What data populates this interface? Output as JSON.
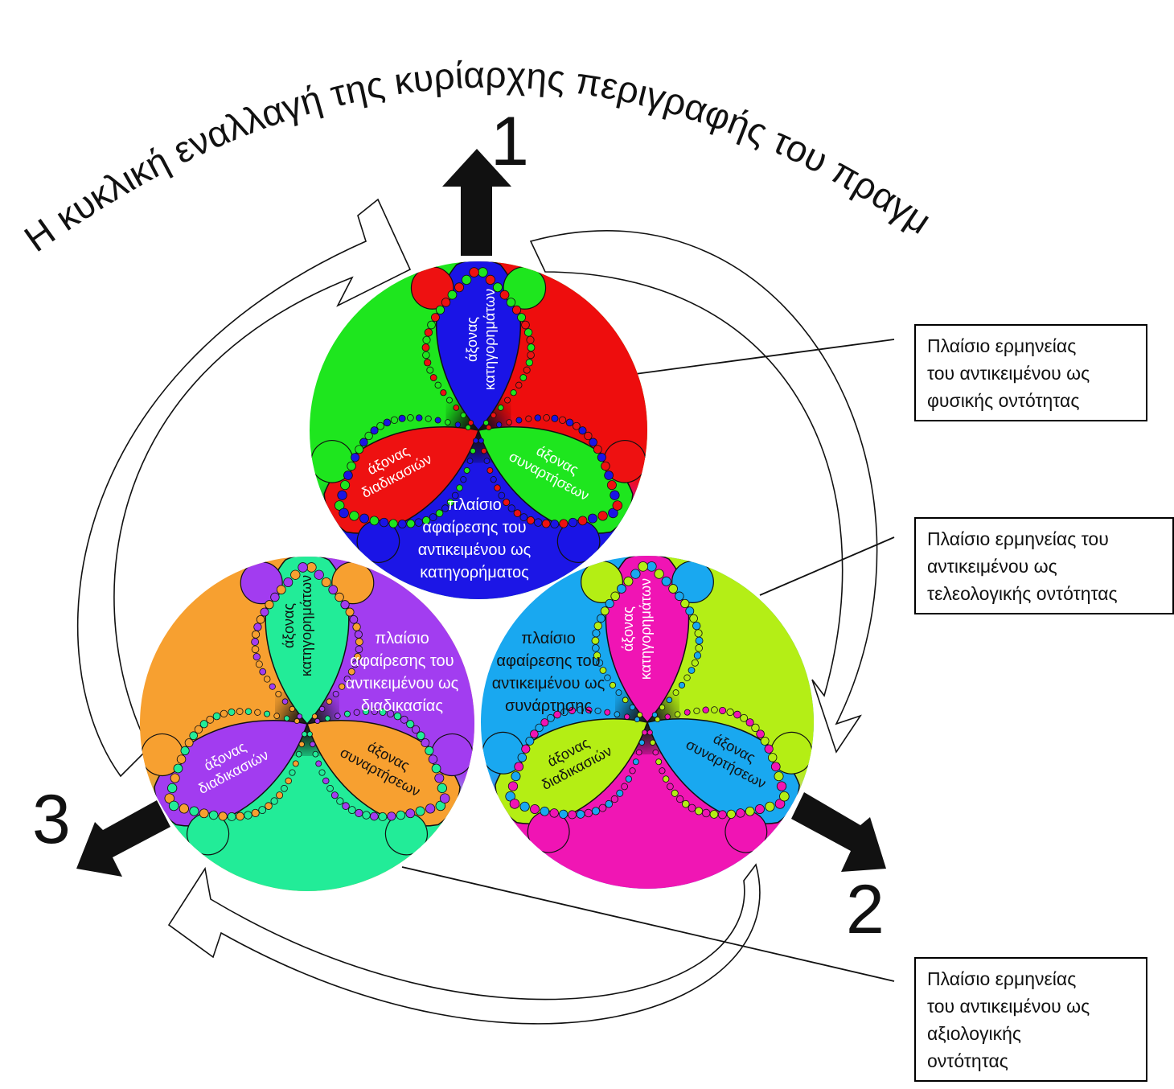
{
  "title": "Η κυκλική εναλλαγή της κυρίαρχης περιγραφής του πραγματικού",
  "numbers": {
    "one": "1",
    "two": "2",
    "three": "3"
  },
  "boxes": {
    "physical": "Πλαίσιο ερμηνείας\nτου αντικειμένου ως\nφυσικής οντότητας",
    "teleological": "Πλαίσιο ερμηνείας του\nαντικειμένου ως\nτελεολογικής οντότητας",
    "evaluative": "Πλαίσιο ερμηνείας\nτου αντικειμένου ως\nαξιολογικής\nοντότητας"
  },
  "circles": {
    "top": {
      "predicates_axis": "άξονας\nκατηγορημάτων",
      "processes_axis": "άξονας\nδιαδικασιών",
      "functions_axis": "άξονας\nσυναρτήσεων",
      "frame": "πλαίσιο\nαφαίρεσης του\nαντικειμένου ως\nκατηγορήματος",
      "colors": {
        "left": "#1ee61e",
        "right": "#ee1111",
        "bottom": "#1a14e6"
      }
    },
    "left": {
      "predicates_axis": "άξονας\nκατηγορημάτων",
      "processes_axis": "άξονας\nδιαδικασιών",
      "functions_axis": "άξονας\nσυναρτήσεων",
      "frame": "πλαίσιο\nαφαίρεσης του\nαντικειμένου ως\nδιαδικασίας",
      "colors": {
        "left": "#f7a030",
        "right": "#a23cf0",
        "bottom": "#22ec98"
      }
    },
    "right": {
      "predicates_axis": "άξονας\nκατηγορημάτων",
      "processes_axis": "άξονας\nδιαδικασιών",
      "functions_axis": "άξονας\nσυναρτήσεων",
      "frame": "πλαίσιο\nαφαίρεσης του\nαντικειμένου ως\nσυνάρτησης",
      "colors": {
        "left": "#19a8f0",
        "right": "#b4ee14",
        "bottom": "#f014b4"
      }
    }
  }
}
